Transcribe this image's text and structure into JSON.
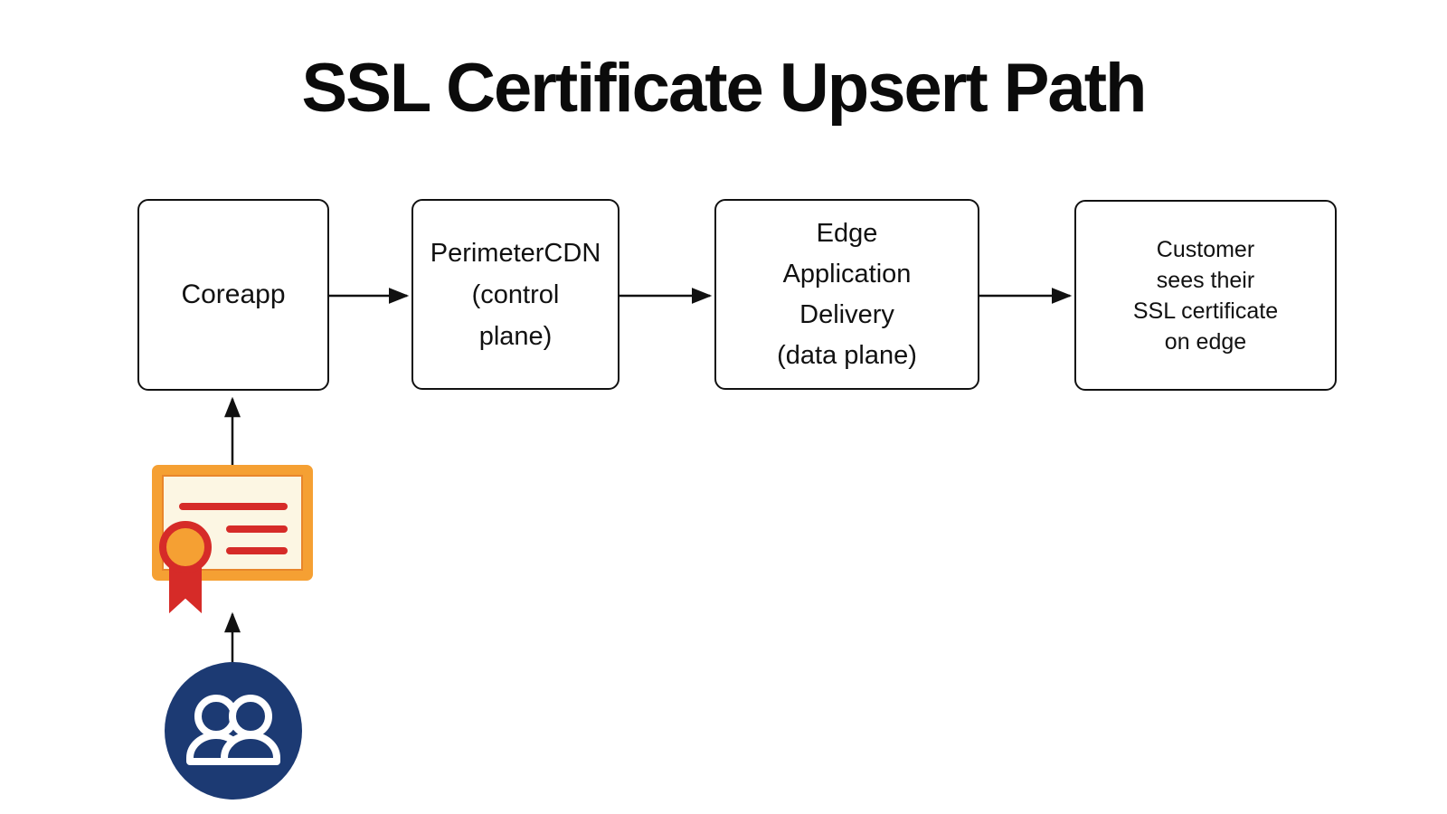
{
  "title": "SSL Certificate Upsert Path",
  "nodes": [
    {
      "id": "coreapp",
      "label": "Coreapp"
    },
    {
      "id": "perimeter-cdn",
      "label": "PerimeterCDN\n(control\nplane)"
    },
    {
      "id": "edge-application-delivery",
      "label": "Edge\nApplication\nDelivery\n(data plane)"
    },
    {
      "id": "customer-sees-certificate",
      "label": "Customer\nsees their\nSSL certificate\non edge"
    }
  ],
  "connections": [
    {
      "from": "coreapp",
      "to": "perimeter-cdn"
    },
    {
      "from": "perimeter-cdn",
      "to": "edge-application-delivery"
    },
    {
      "from": "edge-application-delivery",
      "to": "customer-sees-certificate"
    },
    {
      "from": "certificate-icon",
      "to": "coreapp"
    },
    {
      "from": "users-icon",
      "to": "certificate-icon"
    }
  ],
  "icons": [
    {
      "name": "certificate-icon"
    },
    {
      "name": "users-icon"
    }
  ],
  "colors": {
    "background": "#FFFFFF",
    "text": "#111111",
    "box_border": "#111111",
    "arrow": "#111111",
    "certificate_orange": "#F5A033",
    "certificate_cream": "#FCF6E3",
    "certificate_red": "#D62B28",
    "users_circle_navy": "#1C3A73",
    "users_glyph_white": "#FFFFFF"
  }
}
